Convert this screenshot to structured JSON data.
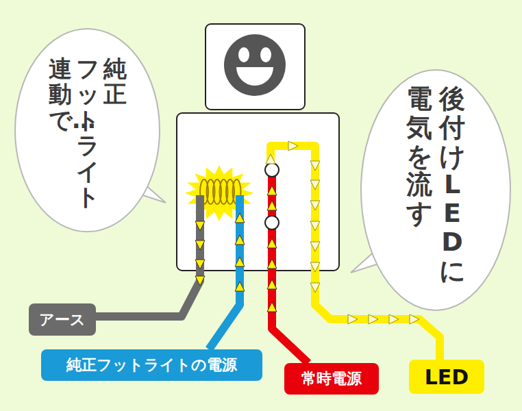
{
  "diagram": {
    "nodes": [
      {
        "text": [
          "純正",
          "フットライト",
          "連動で…"
        ]
      },
      {
        "text": [
          "後付けLEDに",
          "電気を流す"
        ]
      },
      {
        "text": [
          "アース"
        ]
      },
      {
        "text": [
          "純正フットライトの電源"
        ]
      },
      {
        "text": [
          "常時電源"
        ]
      },
      {
        "text": [
          "LED"
        ]
      }
    ]
  }
}
